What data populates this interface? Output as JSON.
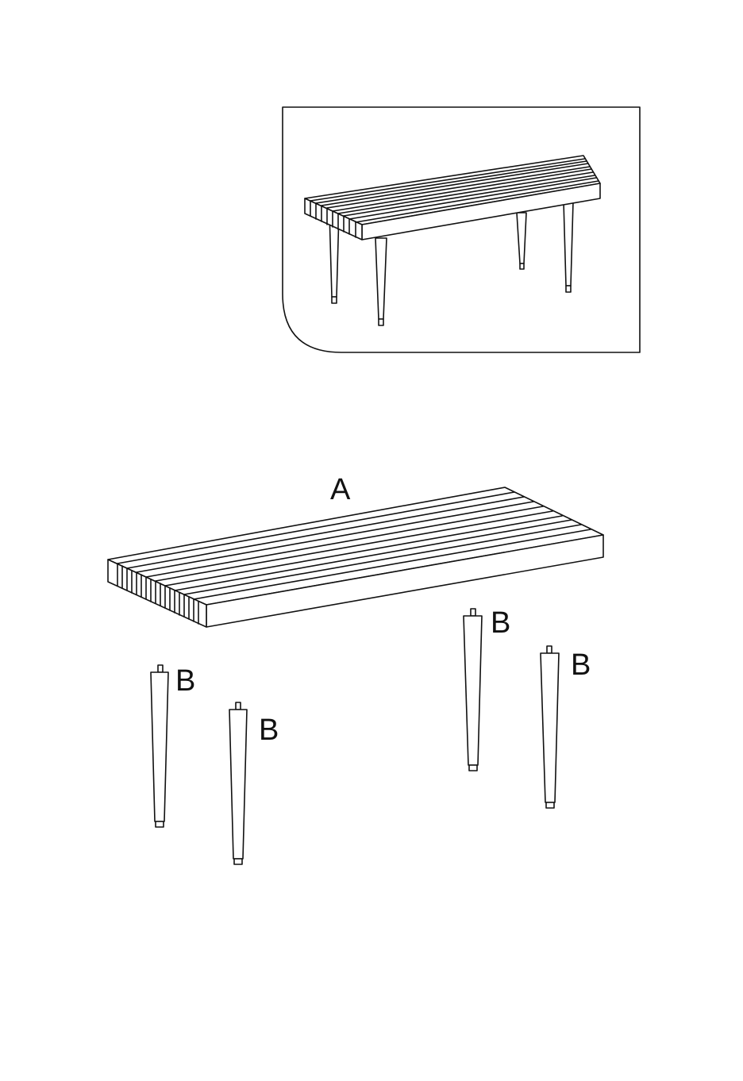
{
  "labels": {
    "bench_top": "A",
    "leg_1": "B",
    "leg_2": "B",
    "leg_3": "B",
    "leg_4": "B"
  },
  "colors": {
    "line": "#111111",
    "background": "#ffffff"
  }
}
